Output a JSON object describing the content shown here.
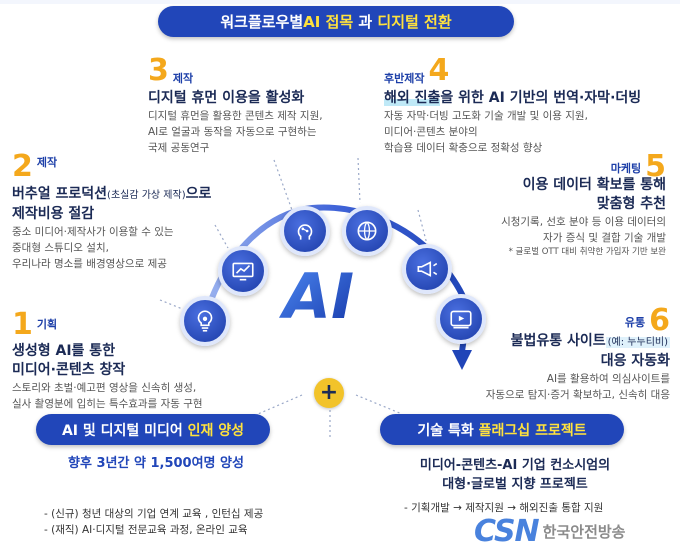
{
  "header": {
    "title_pre": "워크플로우별 ",
    "title_hl": "AI 접목",
    "title_mid": " 과 ",
    "title_hl2": "디지털 전환"
  },
  "center": {
    "ai_label": "AI",
    "plus": "+"
  },
  "stages": [
    {
      "num": "1",
      "tag": "기획",
      "title_l1": "생성형 AI를 통한",
      "title_l2": "미디어·콘텐츠 창작",
      "desc": [
        "스토리와 초벌·예고편 영상을 신속히 생성,",
        "실사 촬영분에 입히는 특수효과를 자동 구현"
      ],
      "icon": "lightbulb-icon"
    },
    {
      "num": "2",
      "tag": "제작",
      "title_l1_main": "버추얼 프로덕션",
      "title_l1_small": "(초실감 가상 제작)",
      "title_l1_end": "으로",
      "title_l2": "제작비용 절감",
      "desc": [
        "중소 미디어·제작사가 이용할 수 있는",
        "중대형 스튜디오 설치,",
        "우리나라 명소를 배경영상으로 제공"
      ],
      "icon": "studio-screen-icon"
    },
    {
      "num": "3",
      "tag": "제작",
      "title_l1": "디지털 휴먼 이용을 활성화",
      "desc": [
        "디지털 휴먼을 활용한 콘텐츠 제작 지원,",
        "AI로 얼굴과 동작을 자동으로 구현하는",
        "국제 공동연구"
      ],
      "icon": "digital-human-icon"
    },
    {
      "num": "4",
      "tag": "후반제작",
      "title_hl": "해외 진출",
      "title_rest": "을 위한 AI 기반의 번역·자막·더빙",
      "desc": [
        "자동 자막·더빙 고도화 기술 개발 및 이용 지원,",
        "미디어·콘텐츠 분야의",
        "학습용 데이터 확충으로 정확성 향상"
      ],
      "icon": "translation-icon"
    },
    {
      "num": "5",
      "tag": "마케팅",
      "title_l1": "이용 데이터 확보를 통해",
      "title_l2": "맞춤형 추천",
      "desc": [
        "시청기록, 선호 분야 등 이용 데이터의",
        "자가 증식 및 결합 기술 개발"
      ],
      "note": "* 글로벌 OTT 대비 취약한 가입자 기반 보완",
      "icon": "megaphone-icon"
    },
    {
      "num": "6",
      "tag": "유통",
      "title_l1_main": "불법유통 사이트",
      "title_l1_small": "(예: 누누티비)",
      "title_l2": "대응 자동화",
      "desc": [
        "AI를 활용하여 의심사이트를",
        "자동으로 탐지·증거 확보하고, 신속히 대응"
      ],
      "icon": "video-player-icon"
    }
  ],
  "bottom_left": {
    "pill_pre": "AI 및 디지털 미디어 ",
    "pill_hl": "인재 양성",
    "highlight": "향후 3년간 약 1,500여명 양성",
    "items": [
      "- (신규) 청년 대상의 기업 연계 교육 , 인턴십 제공",
      "- (재직) AI·디지털 전문교육 과정, 온라인 교육"
    ]
  },
  "bottom_right": {
    "pill_pre": "기술 특화 ",
    "pill_hl": "플래그십 프로젝트",
    "title_l1": "미디어-콘텐츠-AI 기업 컨소시엄의",
    "title_l2": "대형·글로벌 지향 프로젝트",
    "items": [
      "- 기획개발 → 제작지원 → 해외진출 통합 지원"
    ]
  },
  "watermark": {
    "logo": "CSN",
    "text": "한국안전방송"
  },
  "colors": {
    "primary": "#2146b9",
    "accent_yellow": "#ffe23d",
    "number_orange": "#f4a81c",
    "tag_blue": "#1d3fa8"
  }
}
